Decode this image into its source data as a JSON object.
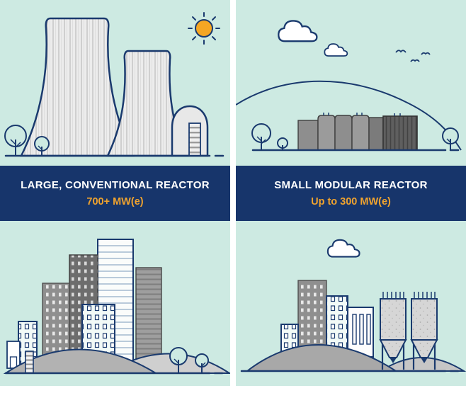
{
  "left_panel": {
    "title": "LARGE, CONVENTIONAL REACTOR",
    "capacity": "700+ MW(e)"
  },
  "right_panel": {
    "title": "SMALL MODULAR REACTOR",
    "capacity": "Up to 300 MW(e)"
  },
  "colors": {
    "panel_background": "#cdeae2",
    "band_background": "#17356b",
    "title_text": "#ffffff",
    "capacity_text": "#f0a32e",
    "outline": "#1a3a6e",
    "sun": "#f5a623"
  }
}
